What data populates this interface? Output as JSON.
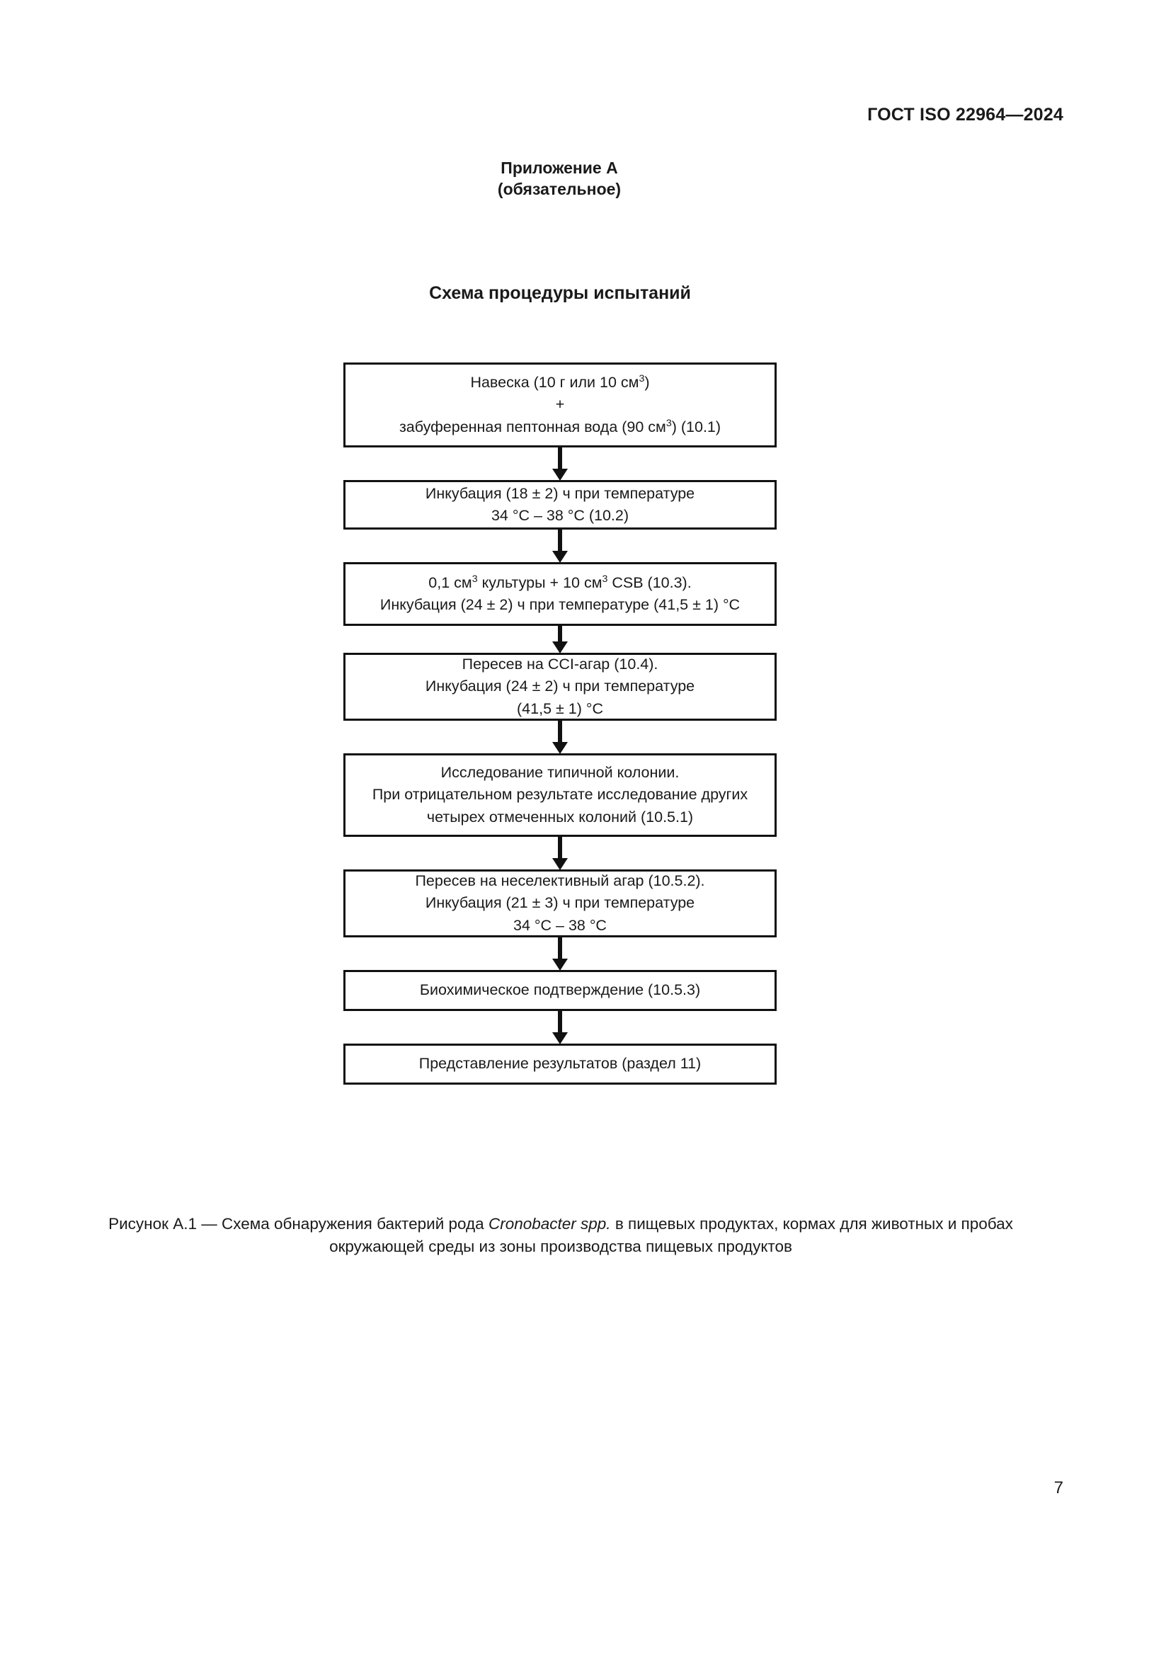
{
  "header": {
    "standard_ref": "ГОСТ ISO 22964—2024"
  },
  "annex": {
    "title": "Приложение А",
    "subtitle": "(обязательное)"
  },
  "scheme": {
    "title": "Схема процедуры испытаний"
  },
  "flowchart": {
    "nodes": [
      {
        "id": "sample-portion",
        "lines": [
          {
            "pre": "Навеска (10 г или 10 см",
            "sup": "3",
            "post": ")"
          },
          {
            "pre": "+",
            "sup": "",
            "post": ""
          },
          {
            "pre": "забуференная пептонная вода (90 см",
            "sup": "3",
            "post": ") (10.1)"
          }
        ]
      },
      {
        "id": "incubation-1",
        "lines": [
          {
            "pre": "Инкубация (18 ± 2) ч при температуре",
            "sup": "",
            "post": ""
          },
          {
            "pre": "34 °C – 38 °C (10.2)",
            "sup": "",
            "post": ""
          }
        ]
      },
      {
        "id": "csb-enrichment",
        "lines": [
          {
            "pre": "0,1 см",
            "sup": "3",
            "post": " культуры + 10 см",
            "sup2": "3",
            "post2": " CSB (10.3)."
          },
          {
            "pre": "Инкубация (24 ± 2) ч при температуре (41,5 ± 1) °C",
            "sup": "",
            "post": ""
          }
        ]
      },
      {
        "id": "cci-agar-plating",
        "lines": [
          {
            "pre": "Пересев на CCI-агар (10.4).",
            "sup": "",
            "post": ""
          },
          {
            "pre": "Инкубация (24 ± 2) ч при температуре",
            "sup": "",
            "post": ""
          },
          {
            "pre": "(41,5 ± 1) °C",
            "sup": "",
            "post": ""
          }
        ]
      },
      {
        "id": "typical-colony-examination",
        "lines": [
          {
            "pre": "Исследование типичной колонии.",
            "sup": "",
            "post": ""
          },
          {
            "pre": "При отрицательном результате исследование других",
            "sup": "",
            "post": ""
          },
          {
            "pre": "четырех отмеченных колоний (10.5.1)",
            "sup": "",
            "post": ""
          }
        ]
      },
      {
        "id": "nonselective-agar-plating",
        "lines": [
          {
            "pre": "Пересев на неселективный агар (10.5.2).",
            "sup": "",
            "post": ""
          },
          {
            "pre": "Инкубация (21 ± 3) ч при температуре",
            "sup": "",
            "post": ""
          },
          {
            "pre": "34 °C – 38 °C",
            "sup": "",
            "post": ""
          }
        ]
      },
      {
        "id": "biochemical-confirmation",
        "lines": [
          {
            "pre": "Биохимическое подтверждение (10.5.3)",
            "sup": "",
            "post": ""
          }
        ]
      },
      {
        "id": "results-reporting",
        "lines": [
          {
            "pre": "Представление результатов (раздел 11)",
            "sup": "",
            "post": ""
          }
        ]
      }
    ]
  },
  "caption": {
    "label": "Рисунок А.1 — ",
    "text_before_italic": "Схема обнаружения бактерий рода ",
    "italic": "Cronobacter spp.",
    "text_after_italic": " в пищевых продуктах, кормах для животных и пробах окружающей среды из зоны производства пищевых продуктов"
  },
  "footer": {
    "page_number": "7"
  }
}
